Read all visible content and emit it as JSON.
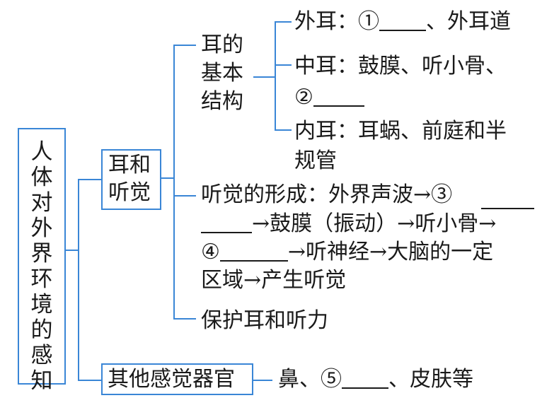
{
  "root": {
    "label": "人体对外界环境的感知"
  },
  "ear_hearing": {
    "label_line1": "耳和",
    "label_line2": "听觉",
    "structure": {
      "label_lines": [
        "耳的",
        "基本",
        "结构"
      ],
      "outer": {
        "prefix": "外耳：①",
        "suffix": "、外耳道"
      },
      "middle": {
        "line1": "中耳：鼓膜、听小骨、",
        "line2_prefix": "②"
      },
      "inner": {
        "line1": "内耳：耳蜗、前庭和半",
        "line2": "规管"
      }
    },
    "formation": {
      "line1": "听觉的形成：外界声波→③",
      "line2": "→鼓膜（振动）→听小骨→",
      "line3_prefix": "④",
      "line3_suffix": "→听神经→大脑的一定",
      "line4": "区域→产生听觉"
    },
    "protection": "保护耳和听力"
  },
  "other_senses": {
    "label": "其他感觉器官",
    "content_prefix": "鼻、⑤",
    "content_suffix": "、皮肤等"
  }
}
